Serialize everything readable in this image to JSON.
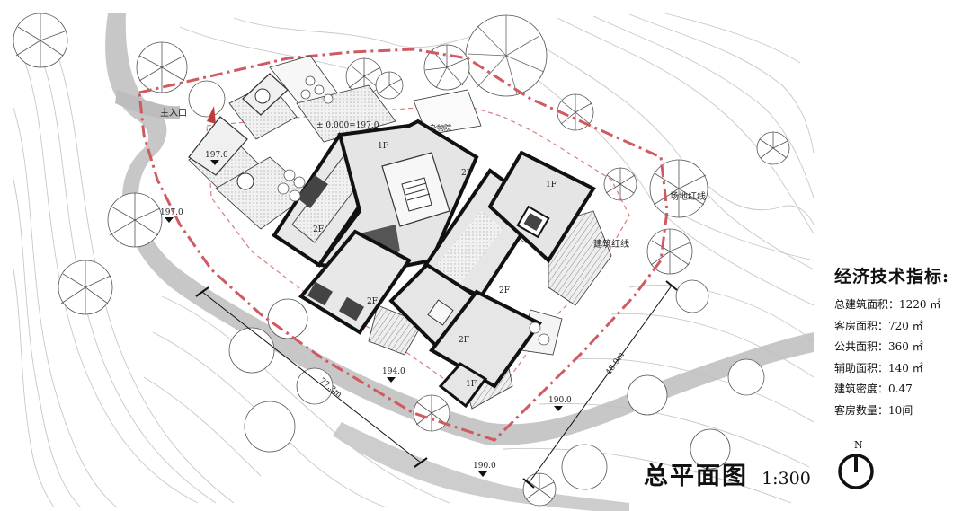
{
  "labels": {
    "main_entrance": "主入口",
    "level_zero": "± 0.000=197.0",
    "sundries_yard": "杂物院",
    "site_redline": "场地红线",
    "building_redline": "建筑红线",
    "dim_long": "77.3m",
    "dim_short": "48.9m"
  },
  "floor_tags": [
    "1F",
    "2F",
    "1F",
    "2F",
    "2F",
    "2F",
    "1F",
    "2F"
  ],
  "elevations": [
    "197.0",
    "197.0",
    "194.0",
    "190.0",
    "190.0"
  ],
  "stats": {
    "title": "经济技术指标:",
    "rows": [
      "总建筑面积：1220 ㎡",
      "客房面积：720 ㎡",
      "公共面积：360 ㎡",
      "辅助面积：140 ㎡",
      "建筑密度：0.47",
      "客房数量：10间"
    ]
  },
  "plan_title": {
    "name": "总平面图",
    "scale": "1:300"
  },
  "north": {
    "label": "N"
  },
  "colors": {
    "redline": "#d05a62",
    "road": "#b9b9b9",
    "contour": "#c7c7c7",
    "building": "#111111"
  }
}
